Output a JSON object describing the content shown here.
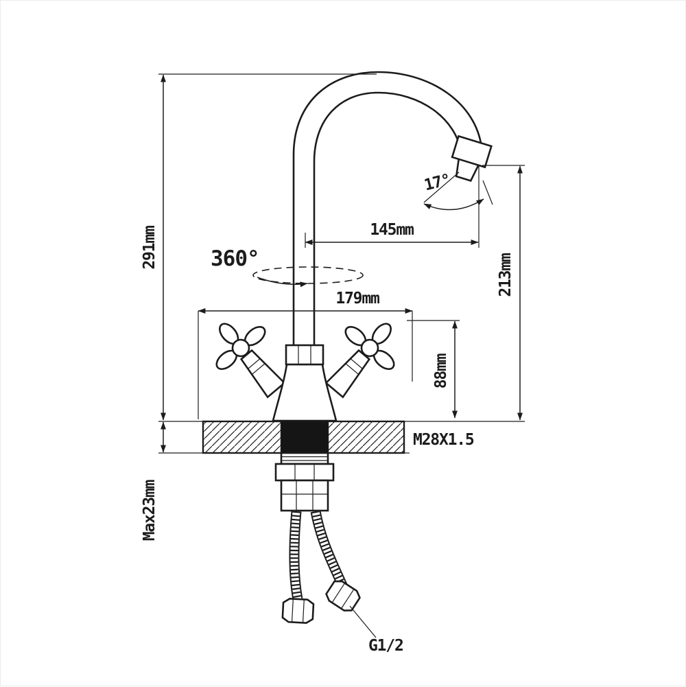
{
  "labels": {
    "overall_height": "291mm",
    "spout_reach": "145mm",
    "spout_angle": "17°",
    "swivel": "360°",
    "handle_span": "179mm",
    "outlet_height": "213mm",
    "body_height": "88mm",
    "mount_thread": "M28X1.5",
    "deck_thickness_max": "Max23mm",
    "hose_thread": "G1/2"
  },
  "colors": {
    "ink": "#1c1c1c",
    "paper": "#ffffff"
  }
}
